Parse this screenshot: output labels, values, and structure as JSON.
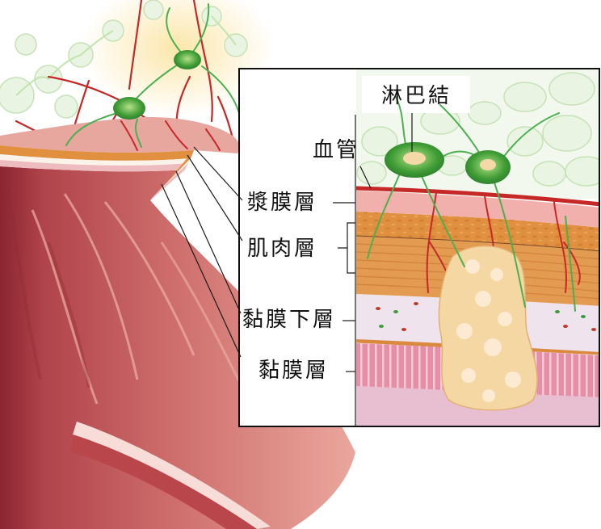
{
  "labels": {
    "lymph_node": "淋巴結",
    "blood_vessel": "血管",
    "serosa": "漿膜層",
    "muscle_layer": "肌肉層",
    "submucosa": "黏膜下層",
    "mucosa": "黏膜層"
  },
  "colors": {
    "blood_vessel": "#c62828",
    "lymph": "#4caf50",
    "muscle": "#e0903f",
    "serosa": "#f2b0ad",
    "tumor": "#f5d7a3"
  }
}
